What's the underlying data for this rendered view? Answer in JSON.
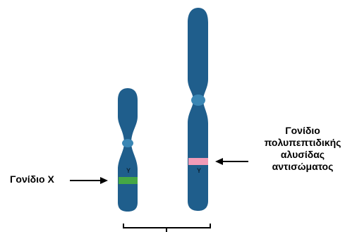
{
  "labels": {
    "gene_x": "Γονίδιο X",
    "antibody_gene_lines": [
      "Γονίδιο",
      "πολυπεπτιδικής",
      "αλυσίδας",
      "αντισώματος"
    ]
  },
  "chromosome_marks": {
    "left_band_letter": "Y",
    "right_band_letter": "Y"
  },
  "colors": {
    "chromosome": "#1f5e8c",
    "centromere": "#3a86b4",
    "gene_x_band": "#45a745",
    "antibody_band": "#f19bb7",
    "text": "#000000"
  }
}
